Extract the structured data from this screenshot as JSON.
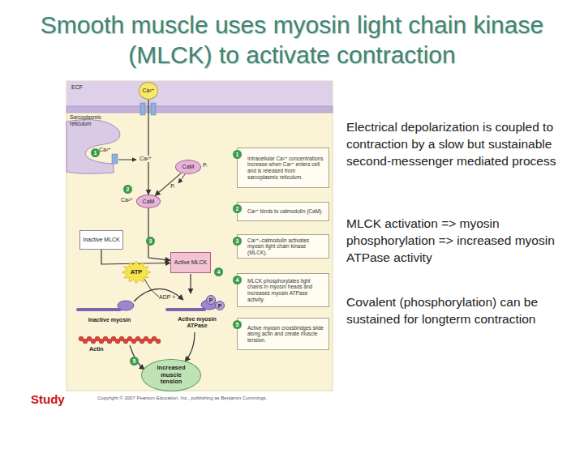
{
  "diagram": {
    "title": "Smooth muscle uses myosin light chain kinase (MLCK) to activate contraction",
    "nodes": [
      {
        "text": [
          "Ca²⁺"
        ]
      },
      {
        "text": [
          "CaM"
        ]
      },
      {
        "text": [
          "CaM"
        ]
      },
      {
        "text": [
          "Inactive MLCK"
        ]
      },
      {
        "text": [
          "Active MLCK"
        ]
      },
      {
        "text": [
          "ATP"
        ]
      },
      {
        "text": [
          "P"
        ]
      },
      {
        "text": [
          "P"
        ]
      },
      {
        "text": [
          "Increased muscle tension"
        ]
      },
      {
        "text": [
          "Intracellular Ca²⁺ concentrations increase when Ca²⁺ enters cell and is released from sarcoplasmic reticulum."
        ]
      },
      {
        "text": [
          "Ca²⁺ binds to calmodulin (CaM)."
        ]
      },
      {
        "text": [
          "Ca²⁺–calmodulin activates myosin light chain kinase (MLCK)."
        ]
      },
      {
        "text": [
          "MLCK phosphorylates light chains in myosin heads and increases myosin ATPase activity."
        ]
      },
      {
        "text": [
          "Active myosin crossbridges slide along actin and create muscle tension."
        ]
      }
    ],
    "edges": [
      {
        "from": 0,
        "to": 2,
        "arrow": "to"
      },
      {
        "from": 1,
        "to": 2,
        "arrow": "to"
      },
      {
        "from": 3,
        "to": 4,
        "arrow": "to"
      },
      {
        "from": 2,
        "to": 4,
        "arrow": "to"
      }
    ],
    "labels": [
      "ECF",
      "Sarcoplasmic reticulum",
      "Ca²⁺",
      "Ca²⁺",
      "Pᵢ",
      "Pᵢ",
      "Ca²⁺",
      "ADP +",
      "Inactive myosin",
      "Active myosin ATPase",
      "Actin",
      "1",
      "2",
      "3",
      "4",
      "5",
      "1",
      "2",
      "3",
      "4",
      "5",
      "Electrical depolarization is coupled to contraction by a slow but sustainable second-messenger mediated process",
      "MLCK activation => myosin phosphorylation => increased myosin ATPase activity",
      "Covalent (phosphorylation) can be sustained for longterm contraction",
      "Study",
      "Copyright © 2007 Pearson Education, Inc., publishing as Benjamin Cummings."
    ]
  }
}
